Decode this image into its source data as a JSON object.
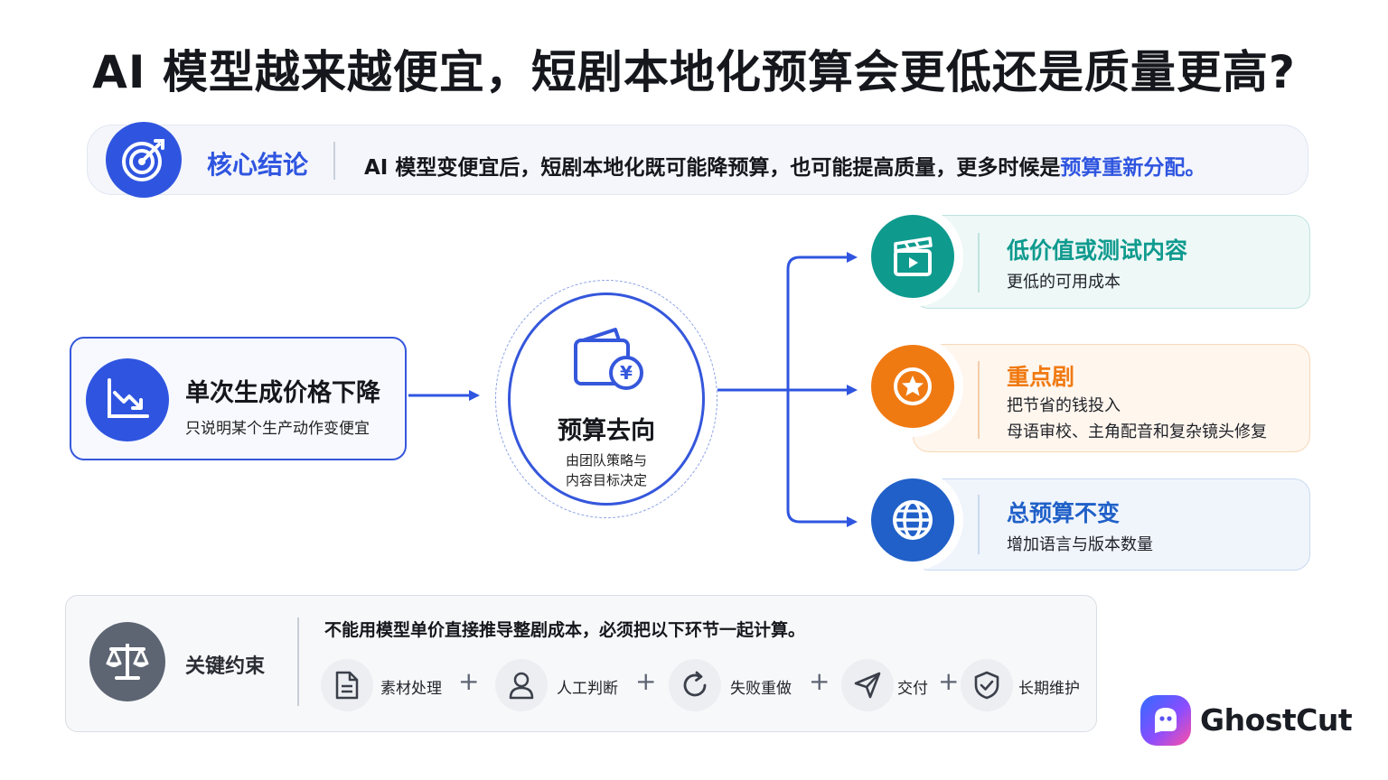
{
  "title": "AI 模型越来越便宜，短剧本地化预算会更低还是质量更高?",
  "core": {
    "icon": "target-icon",
    "label": "核心结论",
    "text": "AI 模型变便宜后，短剧本地化既可能降预算，也可能提高质量，更多时候是",
    "highlight": "预算重新分配。",
    "color": "#2f55e0"
  },
  "source": {
    "icon": "price-down-chart-icon",
    "title": "单次生成价格下降",
    "subtitle": "只说明某个生产动作变便宜"
  },
  "hub": {
    "icon": "wallet-yen-icon",
    "title": "预算去向",
    "subtitle_line1": "由团队策略与",
    "subtitle_line2": "内容目标决定"
  },
  "branches": [
    {
      "icon": "clapperboard-icon",
      "title": "低价值或测试内容",
      "lines": [
        "更低的可用成本"
      ],
      "color": "#0f9a8e"
    },
    {
      "icon": "star-badge-icon",
      "title": "重点剧",
      "lines": [
        "把节省的钱投入",
        "母语审校、主角配音和复杂镜头修复"
      ],
      "color": "#f07a12"
    },
    {
      "icon": "globe-icon",
      "title": "总预算不变",
      "lines": [
        "增加语言与版本数量"
      ],
      "color": "#2060c8"
    }
  ],
  "constraint": {
    "icon": "balance-scale-icon",
    "label": "关键约束",
    "text": "不能用模型单价直接推导整剧成本，必须把以下环节一起计算。",
    "plus": "+",
    "steps": [
      {
        "icon": "document-icon",
        "label": "素材处理"
      },
      {
        "icon": "person-icon",
        "label": "人工判断"
      },
      {
        "icon": "retry-icon",
        "label": "失败重做"
      },
      {
        "icon": "send-icon",
        "label": "交付"
      },
      {
        "icon": "shield-check-icon",
        "label": "长期维护"
      }
    ]
  },
  "logo": {
    "text": "GhostCut",
    "icon": "ghost-icon"
  }
}
